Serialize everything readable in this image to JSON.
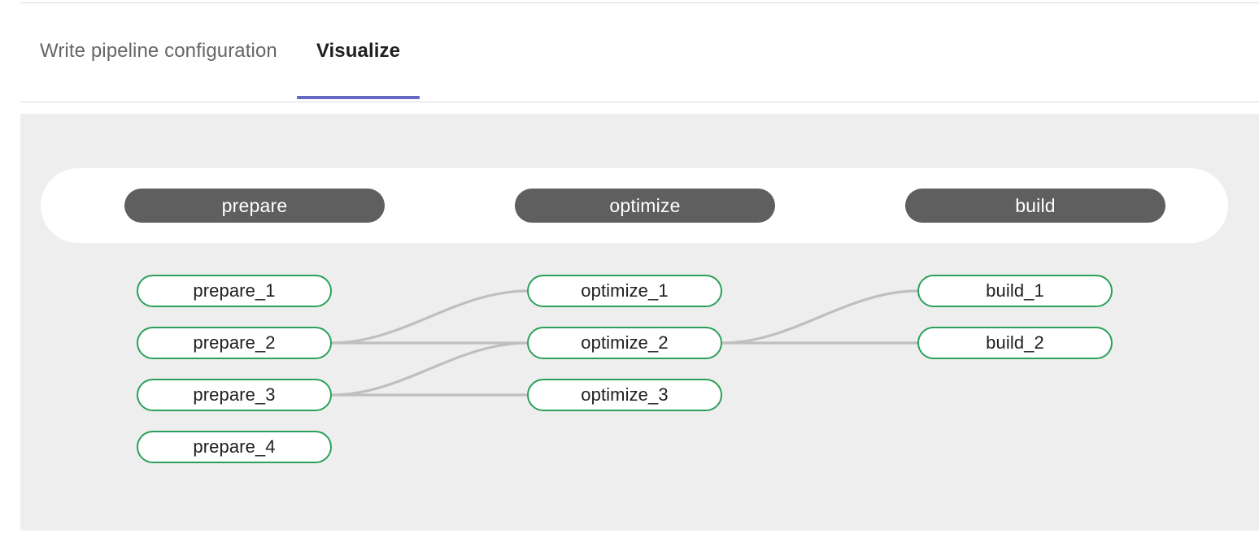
{
  "tabs": [
    {
      "label": "Write pipeline configuration",
      "active": false
    },
    {
      "label": "Visualize",
      "active": true
    }
  ],
  "colors": {
    "accent_active_tab": "#6666c4",
    "stage_pill_bg": "#5f5f5f",
    "stage_pill_text": "#ffffff",
    "node_border_green": "#2ba05a",
    "node_bg": "#ffffff",
    "node_text": "#1f1f1f",
    "panel_bg": "#eeeeee",
    "link_stroke": "#bfbfbf",
    "tab_inactive_text": "#666666",
    "tab_active_text": "#1f1f1f"
  },
  "graph": {
    "stages": [
      {
        "name": "prepare",
        "jobs": [
          "prepare_1",
          "prepare_2",
          "prepare_3",
          "prepare_4"
        ]
      },
      {
        "name": "optimize",
        "jobs": [
          "optimize_1",
          "optimize_2",
          "optimize_3"
        ]
      },
      {
        "name": "build",
        "jobs": [
          "build_1",
          "build_2"
        ]
      }
    ],
    "links": [
      {
        "from": "prepare_2",
        "to": "optimize_1"
      },
      {
        "from": "prepare_2",
        "to": "optimize_2"
      },
      {
        "from": "prepare_3",
        "to": "optimize_2"
      },
      {
        "from": "prepare_3",
        "to": "optimize_3"
      },
      {
        "from": "optimize_2",
        "to": "build_1"
      },
      {
        "from": "optimize_2",
        "to": "build_2"
      }
    ]
  }
}
